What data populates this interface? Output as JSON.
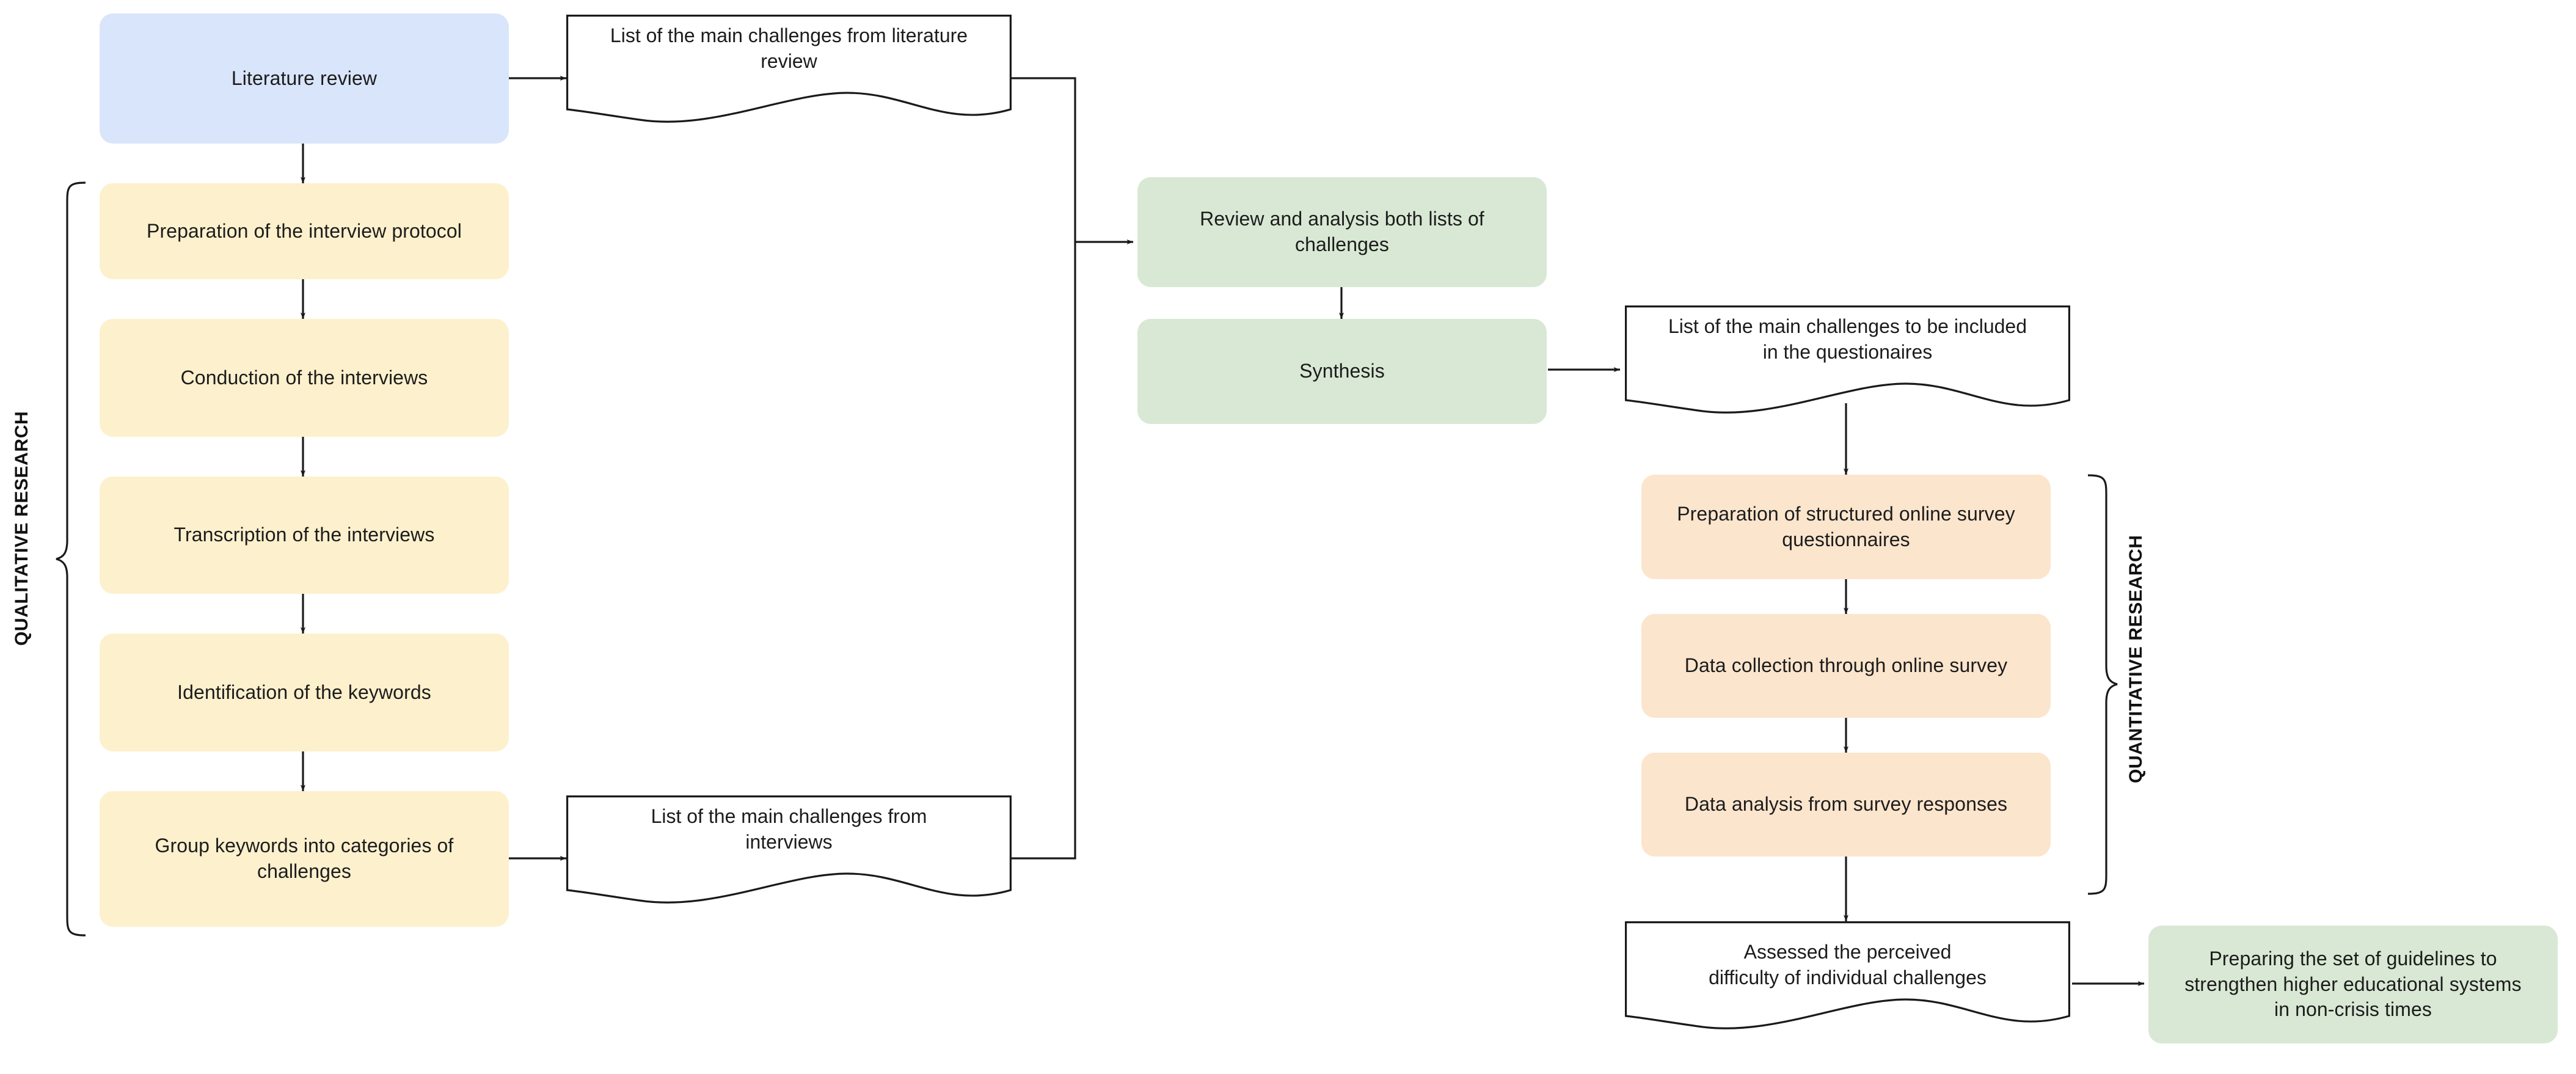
{
  "diagram": {
    "title": "Research methodology flowchart",
    "colors": {
      "blue": "#d9e5fa",
      "yellow": "#fdf0cd",
      "green": "#d8e8d4",
      "orange": "#fce5cd",
      "stroke": "#1a1a1a",
      "background": "#ffffff"
    }
  },
  "phases": {
    "qualitative_label": "QUALITATIVE RESEARCH",
    "quantitative_label": "QUANTITATIVE RESEARCH"
  },
  "nodes": {
    "literature_review": "Literature review",
    "interview_protocol": "Preparation of the interview protocol",
    "conduction_interviews": "Conduction of the interviews",
    "transcription_interviews": "Transcription of the interviews",
    "identification_keywords": "Identification of the keywords",
    "group_keywords": "Group keywords into categories of\nchallenges",
    "doc_literature_list": "List of the main challenges from literature\nreview",
    "doc_interview_list": "List of the main challenges from\ninterviews",
    "review_analysis": "Review and analysis both lists of\nchallenges",
    "synthesis": "Synthesis",
    "doc_questionnaire_list": "List of the main challenges to be included\nin the questionaires",
    "prep_survey": "Preparation of structured online survey\nquestionnaires",
    "data_collection": "Data collection through online survey",
    "data_analysis": "Data analysis from survey responses",
    "doc_assessed": "Assessed the perceived\ndifficulty of individual challenges",
    "guidelines": "Preparing the set of guidelines to\nstrengthen higher educational systems\nin non-crisis times"
  }
}
